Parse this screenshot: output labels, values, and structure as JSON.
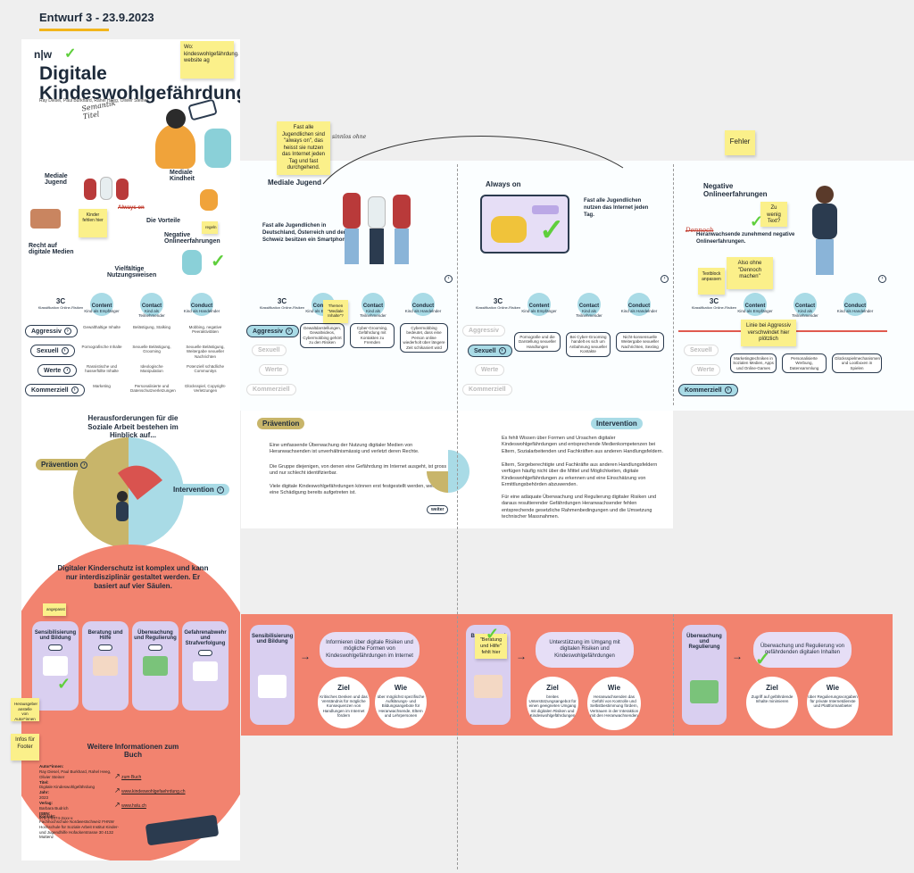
{
  "header": {
    "title": "Entwurf 3 - 23.9.2023",
    "underline_color": "#f2b51b"
  },
  "poster": {
    "logo": "n|w",
    "title_line1": "Digitale",
    "title_line2": "Kindeswohlgefährdung",
    "authors": "Ray Diesel, Paul Burkhard, Rahel Heeg, Olivier Steiner",
    "labels": [
      "Mediale Jugend",
      "Mediale Kindheit",
      "Always on",
      "Die Vorteile",
      "Negative Onlineerfahrungen",
      "Recht auf digitale Medien",
      "Vielfältige Nutzungsweisen"
    ],
    "challenge_heading": "Herausforderungen für die Soziale Arbeit bestehen im Hinblick auf...",
    "praevention": "Prävention",
    "intervention": "Intervention",
    "kinderschutz_heading": "Digitaler Kinderschutz ist komplex und kann nur interdisziplinär gestaltet werden. Er basiert auf vier Säulen.",
    "saeulen": [
      "Sensibilisierung und Bildung",
      "Beratung und Hilfe",
      "Überwachung und Regulierung",
      "Gefahrenabwehr und Strafverfolgung"
    ],
    "weitere": "Weitere Informationen zum Buch",
    "links": [
      "zum Buch",
      "www.kindeswohlgefaehrdung.ch",
      "www.hslu.ch"
    ],
    "meta": {
      "autor_label": "Autor*innen:",
      "autoren": "Ray Diesel, Paul Burkhard, Rahel Heeg, Olivier Steiner",
      "titel_label": "Titel:",
      "titel": "Digitale Kindeswohlgefährdung",
      "jahr_label": "Jahr:",
      "jahr": "2023",
      "verlag_label": "Verlag:",
      "verlag": "Barbara Budrich",
      "isbn_label": "ISBN:",
      "isbn": "978-3-8474-2xxx-x",
      "kontakt_label": "Kontakt:",
      "kontakt": "Fachhochschule Nordwestschweiz FHNW Hochschule für Soziale Arbeit Institut Kinder- und Jugendhilfe Hofackerstrasse 30 4132 Muttenz"
    }
  },
  "panels": {
    "mediale_jugend": {
      "title": "Mediale Jugend",
      "text": "Fast alle Jugendlichen in Deutschland, Österreich und der Schweiz besitzen ein Smartphone."
    },
    "always_on": {
      "title": "Always on",
      "text": "Fast alle Jugendlichen nutzen das Internet jeden Tag."
    },
    "negative": {
      "title": "Negative Onlineerfahrungen",
      "text": "Heranwachsende zunehmend negative Onlineerfahrungen."
    }
  },
  "matrix": {
    "corner": "3C",
    "corner_sub": "Klassifikation Online-Risiken",
    "cols": [
      {
        "name": "Content",
        "sub": "Kind als Empfänger"
      },
      {
        "name": "Contact",
        "sub": "Kind als Teilnehmender"
      },
      {
        "name": "Conduct",
        "sub": "Kind als Handelnder"
      }
    ],
    "rows": [
      "Aggressiv",
      "Sexuell",
      "Werte",
      "Kommerziell"
    ],
    "cells": [
      [
        "Gewalthaltige Inhalte",
        "Belästigung, Stalking",
        "Mobbing, negative Peeraktivitäten"
      ],
      [
        "Pornografische Inhalte",
        "Sexuelle Belästigung, Grooming",
        "Sexuelle Belästigung, Weitergabe sexueller Nachrichten"
      ],
      [
        "Rassistische und hasserfüllte Inhalte",
        "Ideologische Manipulation",
        "Potenziell schädliche Communitys"
      ],
      [
        "Marketing",
        "Personalisierte und Datenschutzverletzungen",
        "Glücksspiel, Copyright-Verletzungen"
      ]
    ],
    "alt_cells": {
      "jugend": "Gewaltdarstellungen, Gewaltvideos, Cybermobbing gehört zu den Risiken",
      "jugend2": "Cyber-Grooming, Gefährdung mit Kontakten zu Fremden",
      "jugend3": "Cybermobbing bedeutet, dass eine Person online wiederholt über längere Zeit schikaniert wird",
      "always1": "Pornografie und die Darstellung sexueller Handlungen",
      "always2": "Bei Cyber-Grooming handelt es sich um Anbahnung sexueller Kontakte",
      "always3": "Nicht-konsensuelle Weitergabe sexueller Nachrichten, Sexting",
      "neg1": "Marketingtechniken in Sozialen Medien, Apps und Online-Games",
      "neg2": "Personalisierte Werbung, Datensammlung",
      "neg3": "Glücksspielmechanismen und Lootboxen in Spielen"
    }
  },
  "lower": {
    "praevention": "Prävention",
    "intervention": "Intervention",
    "praev_text1": "Eine umfassende Überwachung der Nutzung digitaler Medien von Heranwachsenden ist unverhältnismässig und verletzt deren Rechte.",
    "praev_text2": "Die Gruppe diejenigen, von denen eine Gefährdung im Internet ausgeht, ist gross und nur schlecht identifizierbar.",
    "praev_text3": "Viele digitale Kindeswohlgefährdungen können erst festgestellt werden, wenn eine Schädigung bereits aufgetreten ist.",
    "interv_text1": "Es fehlt Wissen über Formen und Ursachen digitaler Kindeswohlgefährdungen und entsprechende Medienkompetenzen bei Eltern, Sozialarbeitenden und Fachkräften aus anderen Handlungsfeldern.",
    "interv_text2": "Eltern, Sorgeberechtigte und Fachkräfte aus anderen Handlungsfeldern verfügen häufig nicht über die Mittel und Möglichkeiten, digitale Kindeswohlgefährdungen zu erkennen und eine Einschätzung von Ermittlungsbehörden abzuwenden.",
    "interv_text3": "Für eine adäquate Überwachung und Regulierung digitaler Risiken und daraus resultierender Gefährdungen Heranwachsender fehlen entsprechende gesetzliche Rahmenbedingungen und die Umsetzung technischer Massnahmen.",
    "weiter": "weiter"
  },
  "saeulen_panels": [
    {
      "card": "Sensibilisierung und Bildung",
      "bubble": "Informieren über digitale Risiken und mögliche Formen von Kindeswohlgefährdungen im Internet",
      "ziel": "Ziel",
      "ziel_text": "Kritisches Denken und das Verständnis für mögliche Konsequenzen von Handlungen im Internet fördern",
      "wie": "Wie",
      "wie_text": "über möglichst spezifische Aufklärungs- und Bildungsangebote für Heranwachsende, Eltern und Lehrpersonen"
    },
    {
      "card": "Beratung und Hilfe",
      "bubble": "Unterstützung im Umgang mit digitalen Risiken und Kindeswohlgefährdungen",
      "ziel": "Ziel",
      "ziel_text": "breites Unterstützungsangebot für einen geeigneten Umgang mit digitalen Risiken und Kindeswohlgefährdungen",
      "wie": "Wie",
      "wie_text": "Heranwachsenden das Gefühl von Kontrolle und Selbstbestimmung fördern, Vertrauen in der Interaktion mit den Heranwachsenden"
    },
    {
      "card": "Überwachung und Regulierung",
      "bubble": "Überwachung und Regulierung von gefährdenden digitalen Inhalten",
      "ziel": "Ziel",
      "ziel_text": "Zugriff auf gefährdende Inhalte minimieren",
      "wie": "Wie",
      "wie_text": "über Regulierungsvorgaben für private Internetdienste und Plattformanbieter"
    }
  ],
  "stickies": {
    "wo": "Wo: kindeswohlgefährdung. website ag",
    "fast_alle": "Fast alle Jugendlichen sind \"always on\", das heisst sie nutzen das Internet jeden Tag und fast durchgehend.",
    "fehler": "Fehler",
    "zu_wenig": "Zu wenig Text?",
    "also_ohne": "Also ohne \"Dennoch machen\"",
    "linie": "Linie bei Aggressiv verschwindet hier plötzlich",
    "themen": "Themen \"Mediale Inhalte\"?",
    "begrunz": "\"Beratung und Hilfe\" fehlt hier",
    "herausgeber": "Herausgeber anstelle von Autor*innen",
    "infos_footer": "Infos für Footer",
    "angepasst": "angepasst",
    "regeln": "regeln",
    "small1": "Kinder fehlen hier",
    "small2": "Textblock anpassen"
  },
  "handwriting": {
    "semantik": "Semantik Titel",
    "sinnlos": "sinnlos ohne",
    "dennoch": "Dennoch"
  },
  "colors": {
    "teal": "#a9dbe6",
    "salmon": "#f2836f",
    "lavender": "#d9cff0",
    "olive": "#c8b56a",
    "sticky": "#fbf08a",
    "green": "#5fcf3c",
    "navy": "#1d2a3a"
  }
}
